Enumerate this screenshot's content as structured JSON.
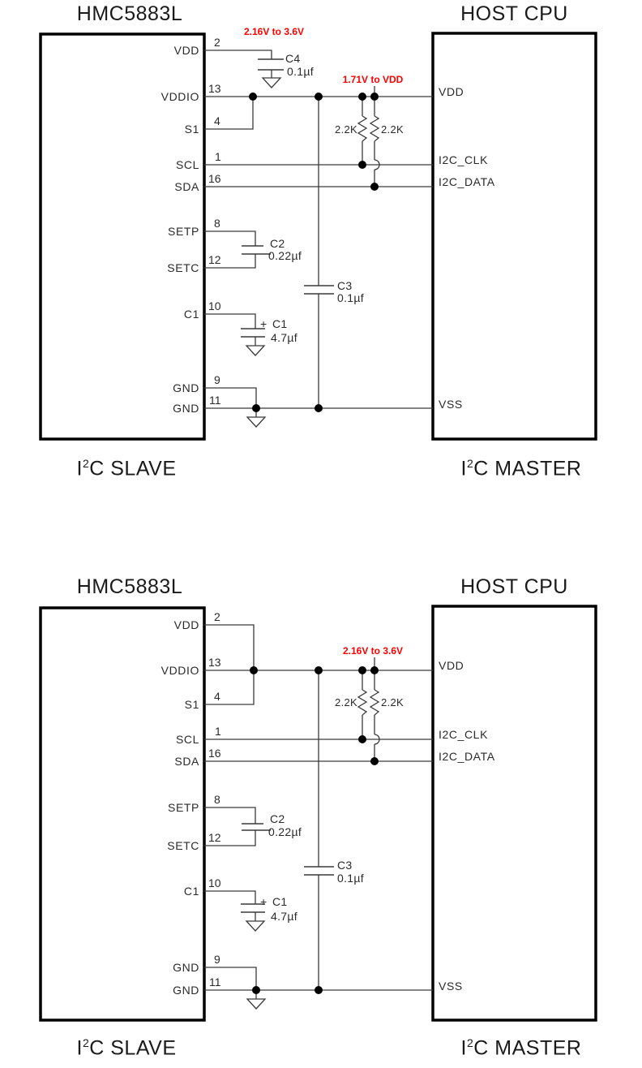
{
  "colors": {
    "annotation_red": "#ff0000",
    "wire": "#3a3a3a",
    "box_border": "#000000"
  },
  "diagrams": [
    {
      "slave": {
        "title": "HMC5883L",
        "role_prefix": "I",
        "role_sup": "2",
        "role_suffix": "C SLAVE",
        "pins": [
          {
            "name": "VDD",
            "num": "2"
          },
          {
            "name": "VDDIO",
            "num": "13"
          },
          {
            "name": "S1",
            "num": "4"
          },
          {
            "name": "SCL",
            "num": "1"
          },
          {
            "name": "SDA",
            "num": "16"
          },
          {
            "name": "SETP",
            "num": "8"
          },
          {
            "name": "SETC",
            "num": "12"
          },
          {
            "name": "C1",
            "num": "10"
          },
          {
            "name": "GND",
            "num": "9"
          },
          {
            "name": "GND",
            "num": "11"
          }
        ]
      },
      "host": {
        "title": "HOST CPU",
        "role_prefix": "I",
        "role_sup": "2",
        "role_suffix": "C MASTER",
        "pins": [
          {
            "name": "VDD"
          },
          {
            "name": "I2C_CLK"
          },
          {
            "name": "I2C_DATA"
          },
          {
            "name": "VSS"
          }
        ]
      },
      "annotations": {
        "vdd_supply": "2.16V to 3.6V",
        "vddio_supply": "1.71V to VDD"
      },
      "components": {
        "c4": {
          "ref": "C4",
          "value": "0.1µf"
        },
        "c2": {
          "ref": "C2",
          "value": "0.22µf"
        },
        "c3": {
          "ref": "C3",
          "value": "0.1µf"
        },
        "c1": {
          "ref": "C1",
          "value": "4.7µf",
          "polarity": "+"
        },
        "r_scl": {
          "value": "2.2K"
        },
        "r_sda": {
          "value": "2.2K"
        }
      }
    },
    {
      "slave": {
        "title": "HMC5883L",
        "role_prefix": "I",
        "role_sup": "2",
        "role_suffix": "C SLAVE",
        "pins": [
          {
            "name": "VDD",
            "num": "2"
          },
          {
            "name": "VDDIO",
            "num": "13"
          },
          {
            "name": "S1",
            "num": "4"
          },
          {
            "name": "SCL",
            "num": "1"
          },
          {
            "name": "SDA",
            "num": "16"
          },
          {
            "name": "SETP",
            "num": "8"
          },
          {
            "name": "SETC",
            "num": "12"
          },
          {
            "name": "C1",
            "num": "10"
          },
          {
            "name": "GND",
            "num": "9"
          },
          {
            "name": "GND",
            "num": "11"
          }
        ]
      },
      "host": {
        "title": "HOST CPU",
        "role_prefix": "I",
        "role_sup": "2",
        "role_suffix": "C MASTER",
        "pins": [
          {
            "name": "VDD"
          },
          {
            "name": "I2C_CLK"
          },
          {
            "name": "I2C_DATA"
          },
          {
            "name": "VSS"
          }
        ]
      },
      "annotations": {
        "vddio_supply": "2.16V to 3.6V"
      },
      "components": {
        "c2": {
          "ref": "C2",
          "value": "0.22µf"
        },
        "c3": {
          "ref": "C3",
          "value": "0.1µf"
        },
        "c1": {
          "ref": "C1",
          "value": "4.7µf",
          "polarity": "+"
        },
        "r_scl": {
          "value": "2.2K"
        },
        "r_sda": {
          "value": "2.2K"
        }
      }
    }
  ]
}
